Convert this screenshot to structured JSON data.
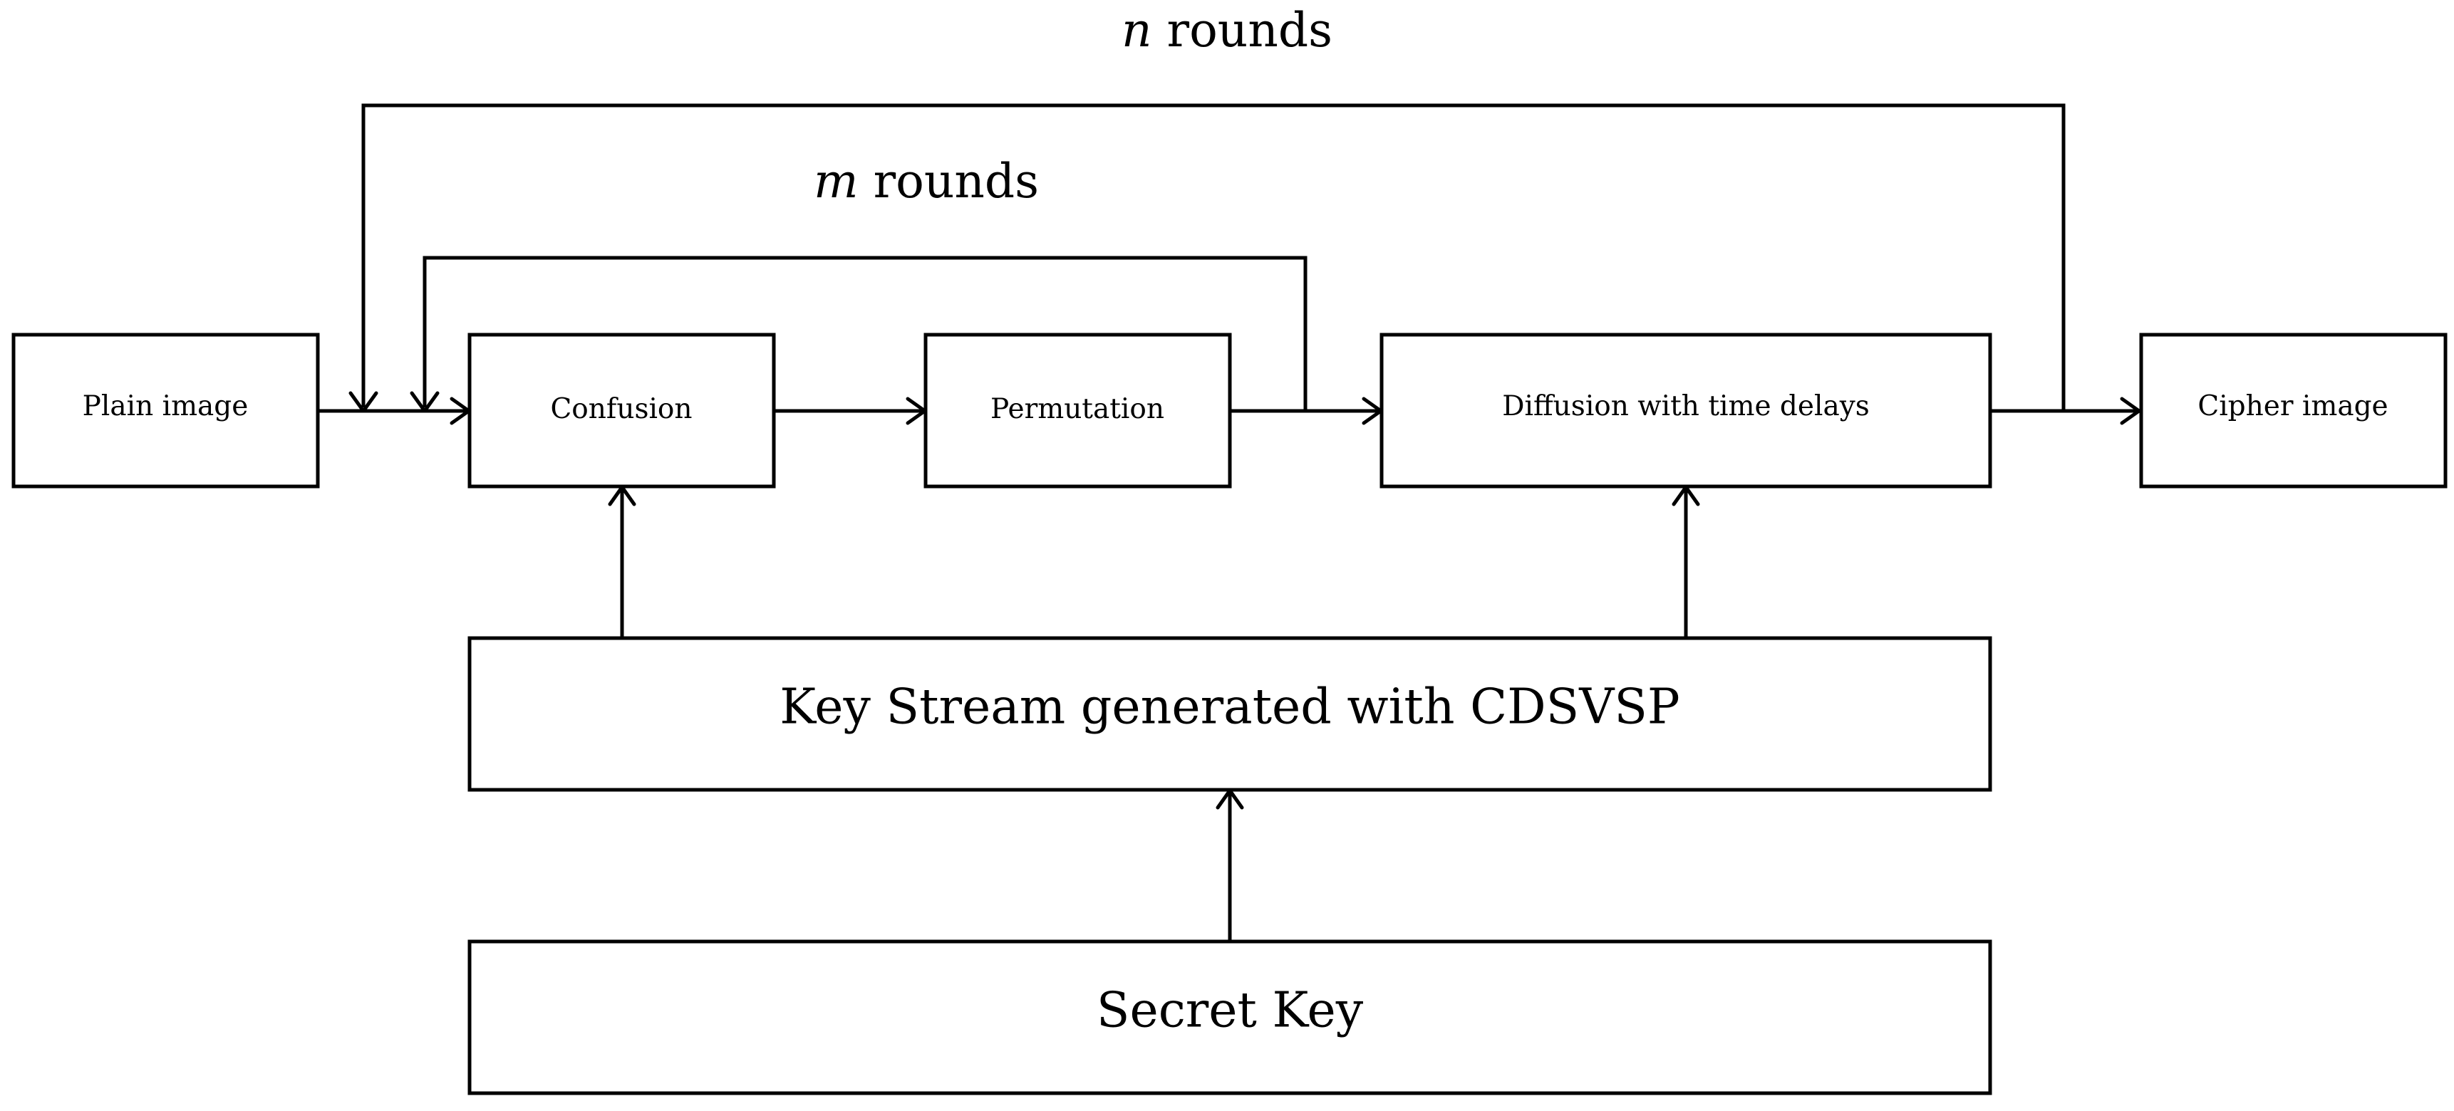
{
  "loops": {
    "outer": {
      "var": "n",
      "text": " rounds"
    },
    "inner": {
      "var": "m",
      "text": " rounds"
    }
  },
  "blocks": {
    "plain": "Plain image",
    "confusion": "Confusion",
    "permutation": "Permutation",
    "diffusion": "Diffusion with time delays",
    "cipher": "Cipher image",
    "keystream": "Key Stream generated with CDSVSP",
    "secret": "Secret Key"
  },
  "colors": {
    "stroke": "#000000",
    "background": "#ffffff"
  }
}
